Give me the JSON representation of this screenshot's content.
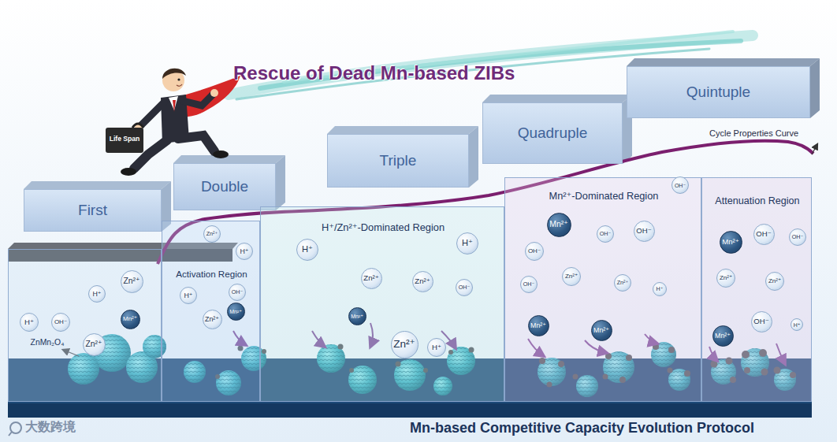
{
  "diagram": {
    "title": "Rescue of Dead Mn-based ZIBs",
    "caption": "Mn-based Competitive Capacity Evolution Protocol",
    "nodes": [
      {
        "text": [
          "First"
        ]
      },
      {
        "text": [
          "Double"
        ]
      },
      {
        "text": [
          "Triple"
        ]
      },
      {
        "text": [
          "Quadruple"
        ]
      },
      {
        "text": [
          "Quintuple"
        ]
      },
      {
        "text": [
          "ZnMn₂O₄"
        ]
      },
      {
        "text": [
          "H⁺"
        ],
        "in": 5
      },
      {
        "text": [
          "OH⁻"
        ],
        "in": 5
      },
      {
        "text": [
          "Zn²⁺"
        ],
        "in": 5
      },
      {
        "text": [
          "H⁺"
        ],
        "in": 5
      },
      {
        "text": [
          "Mn²⁺"
        ],
        "in": 5
      },
      {
        "text": [
          "Zn²⁺"
        ],
        "in": 5
      },
      {
        "text": [
          "Activation Region"
        ]
      },
      {
        "text": [
          "Zn²⁺"
        ],
        "in": 12
      },
      {
        "text": [
          "H⁺"
        ],
        "in": 12
      },
      {
        "text": [
          "H⁺"
        ],
        "in": 12
      },
      {
        "text": [
          "OH⁻"
        ],
        "in": 12
      },
      {
        "text": [
          "Mn²⁺"
        ],
        "in": 12
      },
      {
        "text": [
          "Zn²⁺"
        ],
        "in": 12
      },
      {
        "text": [
          "H⁺/Zn²⁺-Dominated Region"
        ]
      },
      {
        "text": [
          "H⁺"
        ],
        "in": 19
      },
      {
        "text": [
          "H⁺"
        ],
        "in": 19
      },
      {
        "text": [
          "Zn²⁺"
        ],
        "in": 19
      },
      {
        "text": [
          "Zn²⁺"
        ],
        "in": 19
      },
      {
        "text": [
          "OH⁻"
        ],
        "in": 19
      },
      {
        "text": [
          "Mn²⁺"
        ],
        "in": 19
      },
      {
        "text": [
          "Zn²⁺"
        ],
        "in": 19
      },
      {
        "text": [
          "H⁺"
        ],
        "in": 19
      },
      {
        "text": [
          "Mn²⁺-Dominated Region"
        ]
      },
      {
        "text": [
          "OH⁻"
        ],
        "in": 28
      },
      {
        "text": [
          "Mn²⁺"
        ],
        "in": 28
      },
      {
        "text": [
          "OH⁻"
        ],
        "in": 28
      },
      {
        "text": [
          "OH⁻"
        ],
        "in": 28
      },
      {
        "text": [
          "OH⁻"
        ],
        "in": 28
      },
      {
        "text": [
          "Zn²⁺"
        ],
        "in": 28
      },
      {
        "text": [
          "OH⁻"
        ],
        "in": 28
      },
      {
        "text": [
          "Zn²⁺"
        ],
        "in": 28
      },
      {
        "text": [
          "H⁺"
        ],
        "in": 28
      },
      {
        "text": [
          "Mn²⁺"
        ],
        "in": 28
      },
      {
        "text": [
          "Mn²⁺"
        ],
        "in": 28
      },
      {
        "text": [
          "Attenuation Region"
        ]
      },
      {
        "text": [
          "Mn²⁺"
        ],
        "in": 40
      },
      {
        "text": [
          "OH⁻"
        ],
        "in": 40
      },
      {
        "text": [
          "OH⁻"
        ],
        "in": 40
      },
      {
        "text": [
          "Zn²⁺"
        ],
        "in": 40
      },
      {
        "text": [
          "Zn²⁺"
        ],
        "in": 40
      },
      {
        "text": [
          "OH⁻"
        ],
        "in": 40
      },
      {
        "text": [
          "H⁺"
        ],
        "in": 40
      },
      {
        "text": [
          "Mn²⁺"
        ],
        "in": 40
      }
    ],
    "labels": [
      "Life Span",
      "Cycle Properties Curve",
      "大数跨境"
    ]
  }
}
